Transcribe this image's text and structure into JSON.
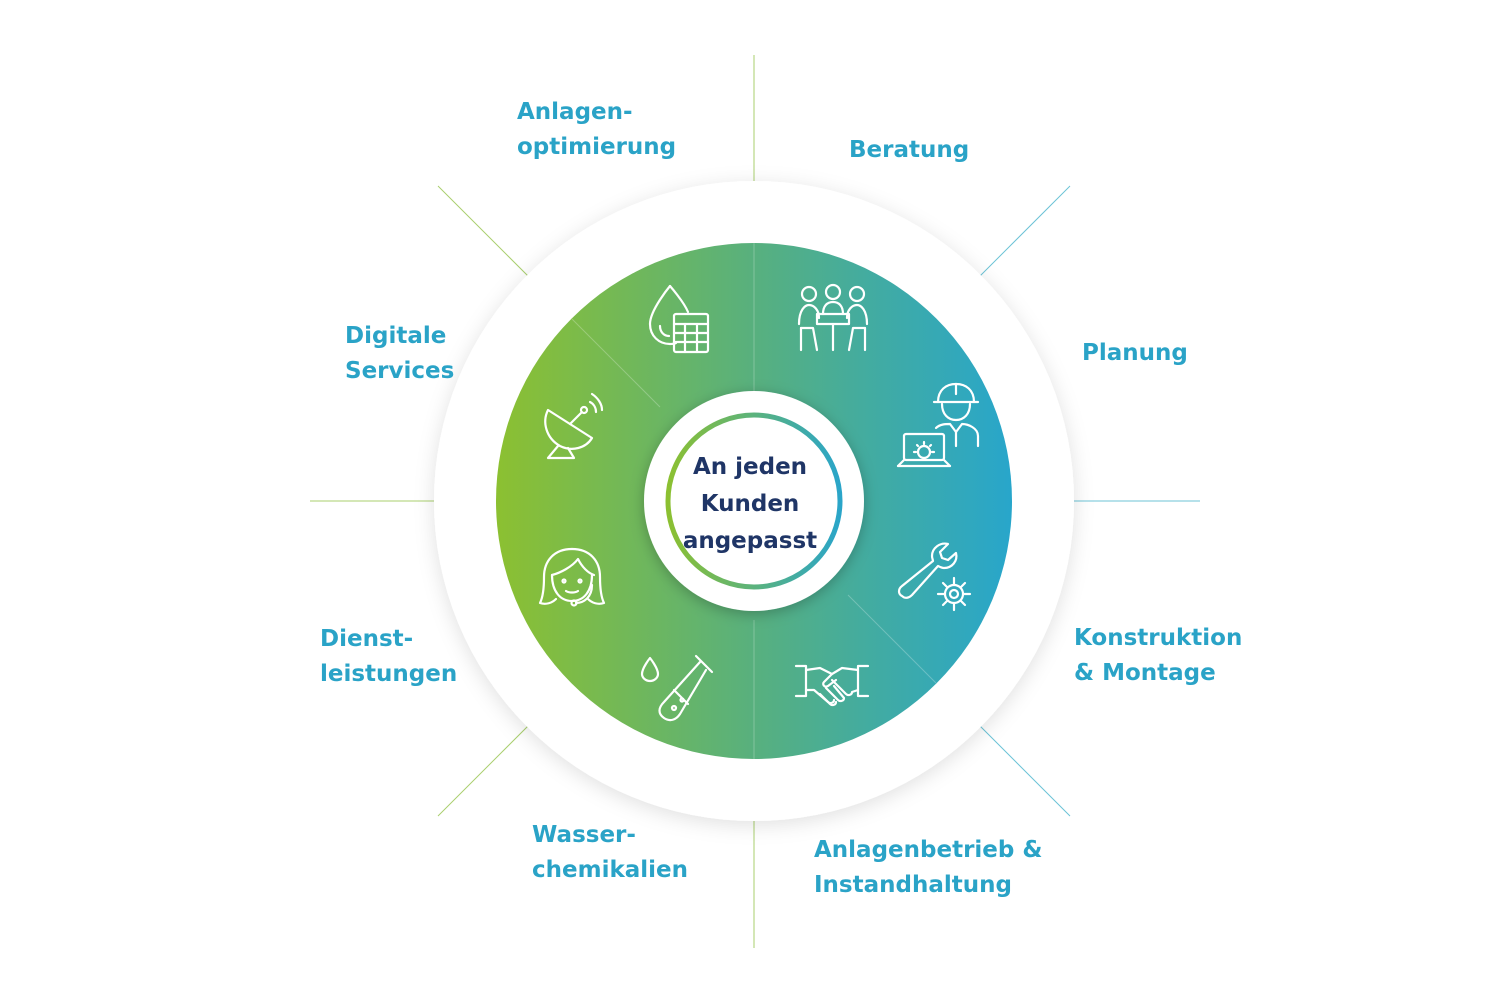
{
  "center": {
    "line1": "An jeden",
    "line2": "Kunden",
    "line3": "angepasst"
  },
  "segments": [
    {
      "line1": "Anlagen-",
      "line2": "optimierung",
      "icon": "water-drop-calculator-icon"
    },
    {
      "line1": "Beratung",
      "line2": "",
      "icon": "meeting-people-icon"
    },
    {
      "line1": "Planung",
      "line2": "",
      "icon": "engineer-laptop-icon"
    },
    {
      "line1": "Konstruktion",
      "line2": "& Montage",
      "icon": "wrench-gear-icon"
    },
    {
      "line1": "Anlagenbetrieb &",
      "line2": "Instandhaltung",
      "icon": "handshake-icon"
    },
    {
      "line1": "Wasser-",
      "line2": "chemikalien",
      "icon": "test-tube-icon"
    },
    {
      "line1": "Dienst-",
      "line2": "leistungen",
      "icon": "support-headset-icon"
    },
    {
      "line1": "Digitale",
      "line2": "Services",
      "icon": "satellite-dish-icon"
    }
  ],
  "colors": {
    "label": "#2aa3c7",
    "center_text": "#1f3566",
    "gradient_start": "#8cc031",
    "gradient_mid": "#4fb08a",
    "gradient_end": "#2aa5c9",
    "divider_green": "#a9cf6e",
    "divider_blue": "#6cc3d6"
  }
}
